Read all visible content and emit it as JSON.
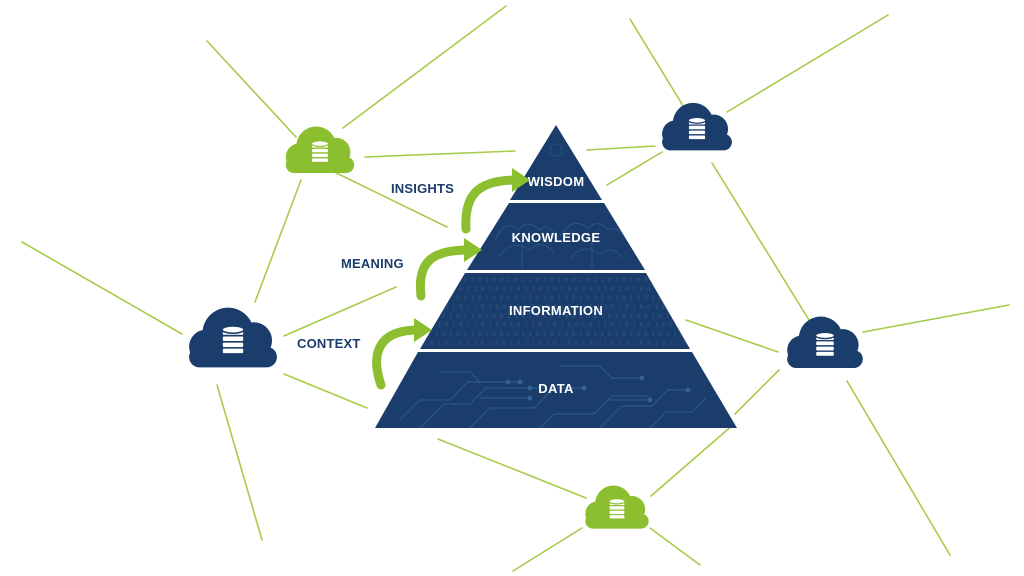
{
  "colors": {
    "navy": "#1a3d6b",
    "navy_dark": "#143159",
    "green": "#8cbf2f",
    "line_green": "#a6cc4a",
    "white": "#ffffff"
  },
  "pyramid": {
    "tiers": [
      {
        "label": "WISDOM"
      },
      {
        "label": "KNOWLEDGE"
      },
      {
        "label": "INFORMATION"
      },
      {
        "label": "DATA"
      }
    ]
  },
  "steps": [
    {
      "label": "INSIGHTS"
    },
    {
      "label": "MEANING"
    },
    {
      "label": "CONTEXT"
    }
  ],
  "clouds": [
    {
      "name": "cloud-database-green-top-left",
      "color": "green"
    },
    {
      "name": "cloud-database-navy-top-right",
      "color": "navy"
    },
    {
      "name": "cloud-database-navy-left",
      "color": "navy"
    },
    {
      "name": "cloud-database-navy-right",
      "color": "navy"
    },
    {
      "name": "cloud-database-green-bottom",
      "color": "green"
    }
  ],
  "icons": {
    "cloud": "cloud-icon",
    "database": "database-icon",
    "arrow": "curved-arrow-icon",
    "network": "network-lines"
  }
}
